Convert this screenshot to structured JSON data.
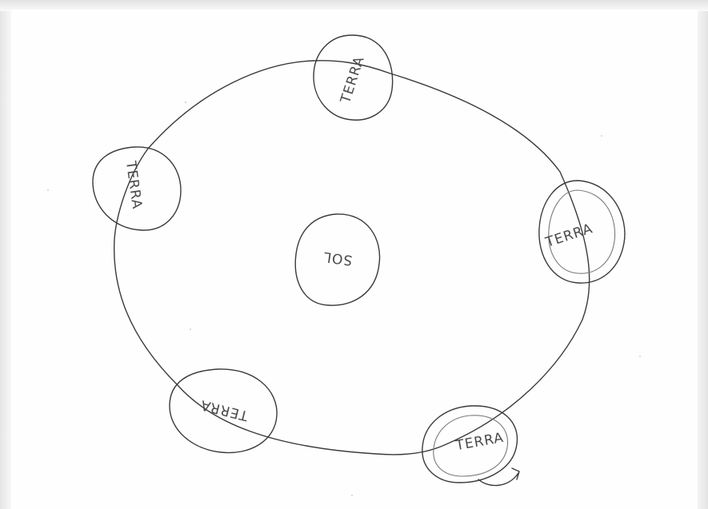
{
  "diagram": {
    "sun_label": "SOL",
    "earth_labels": [
      "TERRA",
      "TERRA",
      "TERRA",
      "TERRA",
      "TERRA"
    ]
  }
}
